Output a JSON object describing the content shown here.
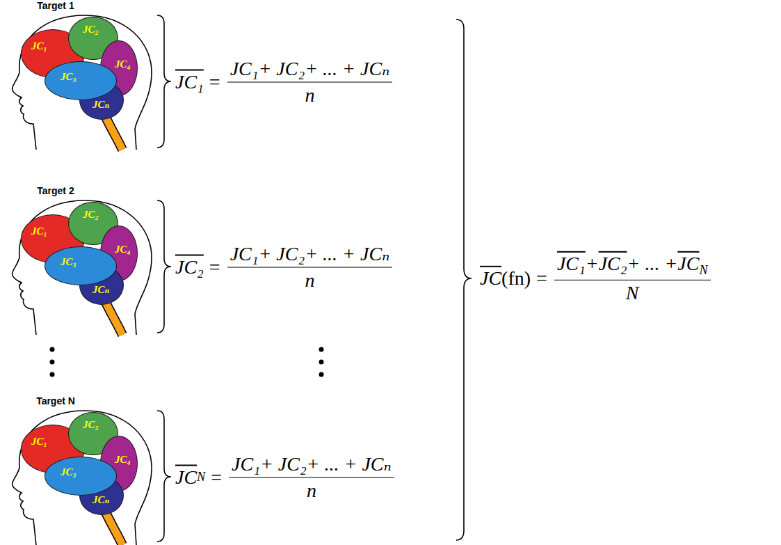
{
  "diagram": {
    "nodes": [
      {
        "text": [
          "Target 1"
        ]
      },
      {
        "text": [
          "JC₁"
        ],
        "in": 0
      },
      {
        "text": [
          "JC₂"
        ],
        "in": 0
      },
      {
        "text": [
          "JC₃"
        ],
        "in": 0
      },
      {
        "text": [
          "JC₄"
        ],
        "in": 0
      },
      {
        "text": [
          "JCₙ"
        ],
        "in": 0
      },
      {
        "text": [
          "Target 2"
        ]
      },
      {
        "text": [
          "JC₁"
        ],
        "in": 6
      },
      {
        "text": [
          "JC₂"
        ],
        "in": 6
      },
      {
        "text": [
          "JC₃"
        ],
        "in": 6
      },
      {
        "text": [
          "JC₄"
        ],
        "in": 6
      },
      {
        "text": [
          "JCₙ"
        ],
        "in": 6
      },
      {
        "text": [
          "Target N"
        ]
      },
      {
        "text": [
          "JC₁"
        ],
        "in": 12
      },
      {
        "text": [
          "JC₂"
        ],
        "in": 12
      },
      {
        "text": [
          "JC₃"
        ],
        "in": 12
      },
      {
        "text": [
          "JC₄"
        ],
        "in": 12
      },
      {
        "text": [
          "JCₙ"
        ],
        "in": 12
      }
    ],
    "labels": [
      "JC₁",
      "=",
      "JC₁+ JC₂+ ... + JCₙ",
      "n",
      "JC₂",
      "=",
      "JC₁+ JC₂+ ... + JCₙ",
      "n",
      "JC",
      "N",
      "=",
      "JC₁+ JC₂+ ... + JCₙ",
      "n",
      "JC",
      "(fn)",
      "=",
      "JC₁",
      "+",
      "JC₂",
      "+ ... +",
      "JC",
      "N",
      "N"
    ]
  }
}
